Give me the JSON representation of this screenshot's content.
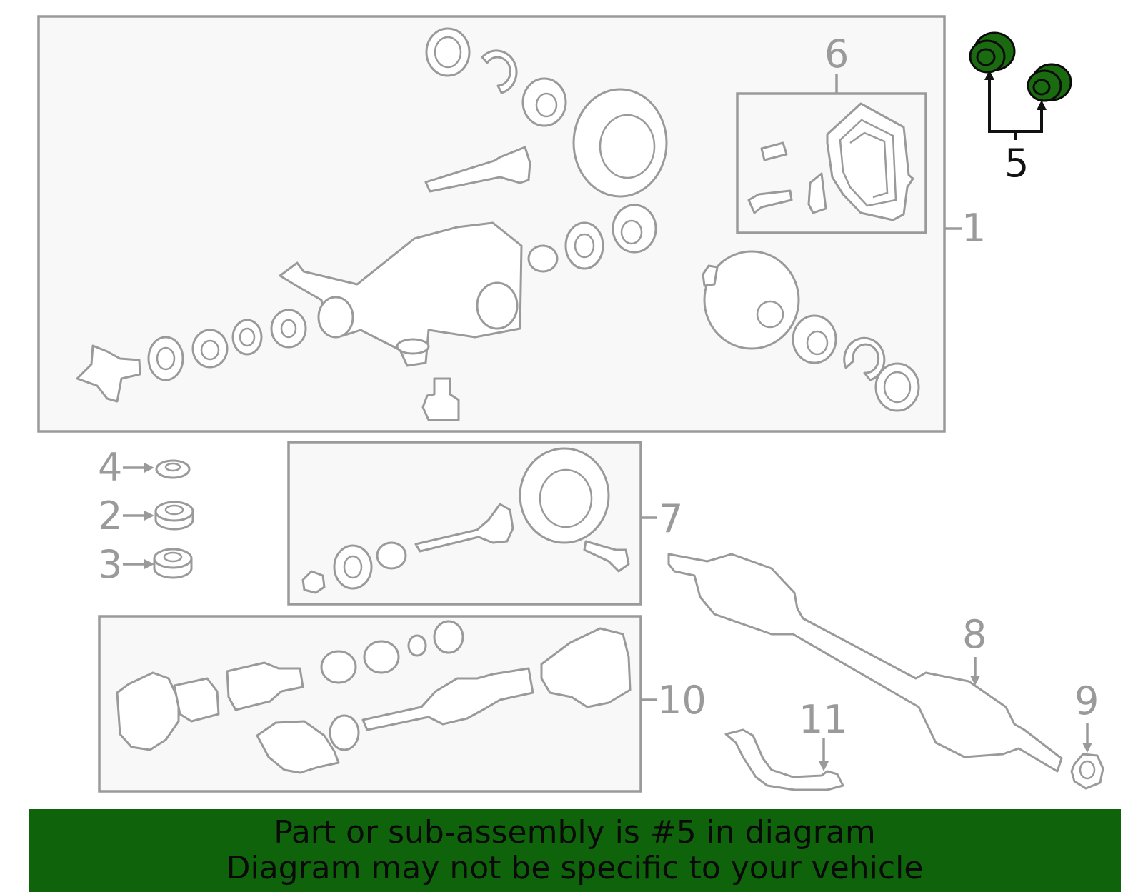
{
  "callouts": [
    {
      "id": "1",
      "label": "1",
      "highlighted": false
    },
    {
      "id": "2",
      "label": "2",
      "highlighted": false
    },
    {
      "id": "3",
      "label": "3",
      "highlighted": false
    },
    {
      "id": "4",
      "label": "4",
      "highlighted": false
    },
    {
      "id": "5",
      "label": "5",
      "highlighted": true
    },
    {
      "id": "6",
      "label": "6",
      "highlighted": false
    },
    {
      "id": "7",
      "label": "7",
      "highlighted": false
    },
    {
      "id": "8",
      "label": "8",
      "highlighted": false
    },
    {
      "id": "9",
      "label": "9",
      "highlighted": false
    },
    {
      "id": "10",
      "label": "10",
      "highlighted": false
    },
    {
      "id": "11",
      "label": "11",
      "highlighted": false
    }
  ],
  "banner": {
    "line1": "Part or sub-assembly is #5 in diagram",
    "line2": "Diagram may not be specific to your vehicle"
  },
  "colors": {
    "highlight": "#1a6b10",
    "banner_bg": "#0f640b",
    "line_gray": "#9a9a9a"
  }
}
